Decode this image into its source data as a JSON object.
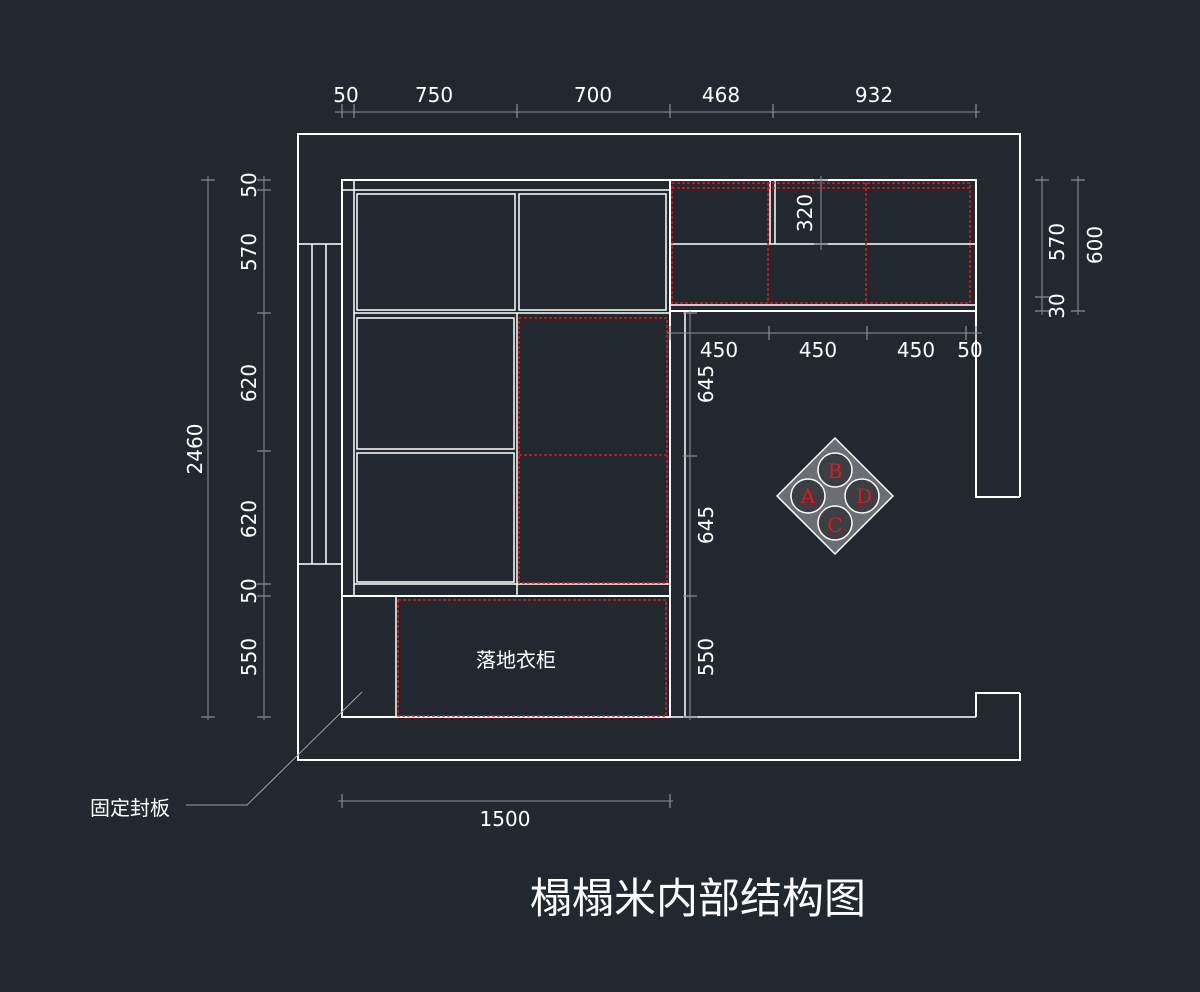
{
  "title": "榻榻米内部结构图",
  "labels": {
    "wardrobe": "落地衣柜",
    "fixed_panel": "固定封板"
  },
  "dims_top": [
    "50",
    "750",
    "700",
    "468",
    "932"
  ],
  "dims_left": [
    "50",
    "570",
    "620",
    "620",
    "50",
    "550"
  ],
  "dim_total_left": "2460",
  "dims_mid_right": [
    "645",
    "645",
    "550"
  ],
  "dim_upper_inner": "320",
  "dims_upper_bottom": [
    "450",
    "450",
    "450",
    "50"
  ],
  "dims_far_right": [
    "570",
    "30"
  ],
  "dim_far_right_total": "600",
  "dim_bottom": "1500",
  "compass": {
    "top": "B",
    "left": "A",
    "right": "D",
    "bottom": "C"
  },
  "colors": {
    "background": "#212830",
    "lines": "#ffffff",
    "hidden_lines": "#e01818",
    "dimension_lines": "#8a8f96"
  }
}
